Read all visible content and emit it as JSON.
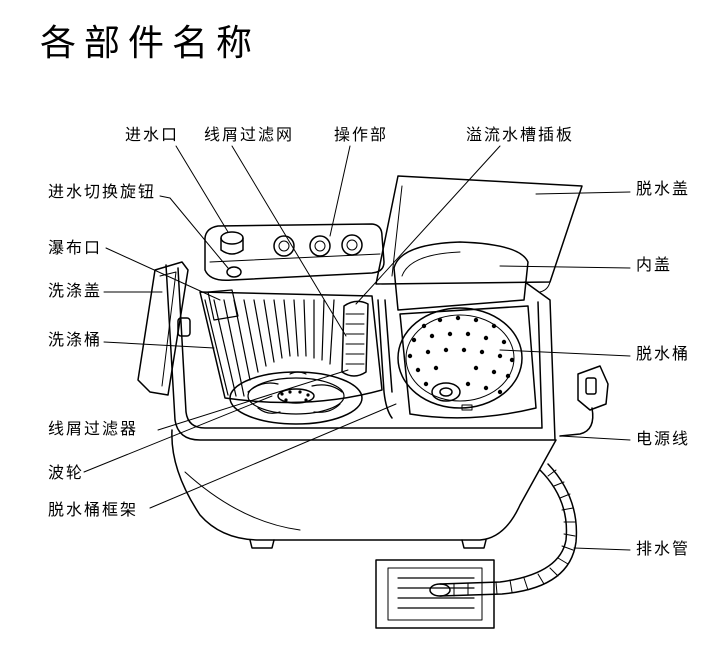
{
  "page": {
    "title": "各部件名称"
  },
  "labels": {
    "water_inlet": "进水口",
    "lint_filter_net": "线屑过滤网",
    "control_panel": "操作部",
    "overflow_plate": "溢流水槽插板",
    "inlet_switch_knob": "进水切换旋钮",
    "waterfall_outlet": "瀑布口",
    "wash_lid": "洗涤盖",
    "wash_tub": "洗涤桶",
    "lint_filter": "线屑过滤器",
    "pulsator": "波轮",
    "spin_tub_frame": "脱水桶框架",
    "spin_lid": "脱水盖",
    "inner_lid": "内盖",
    "spin_tub": "脱水桶",
    "power_cord": "电源线",
    "drain_hose": "排水管"
  }
}
